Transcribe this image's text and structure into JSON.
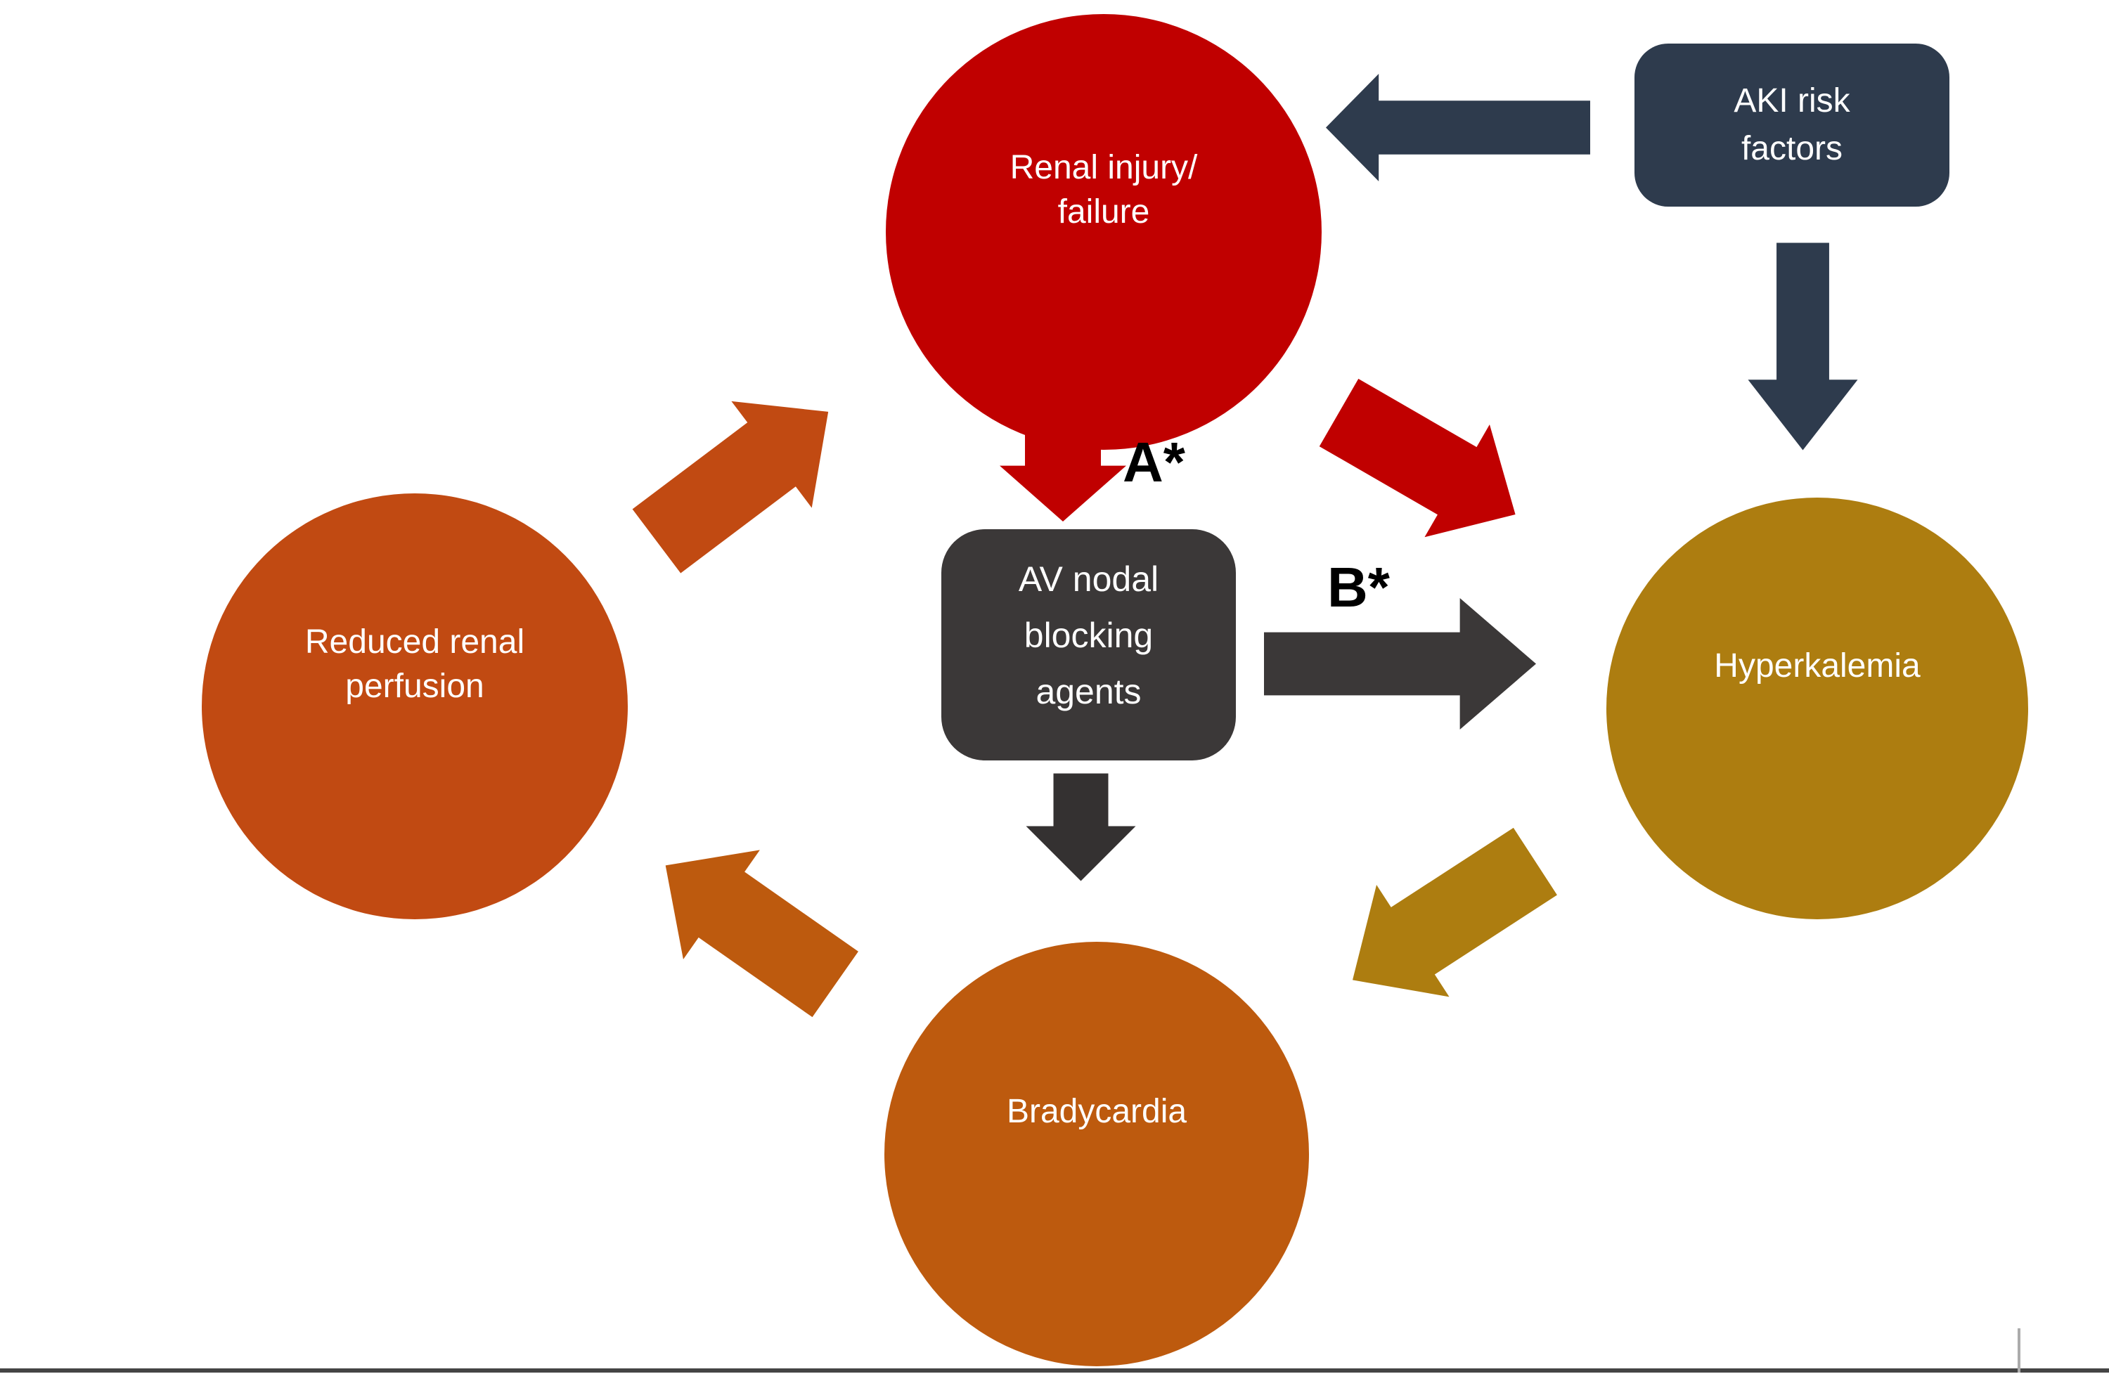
{
  "nodes": {
    "renal_injury": {
      "label": "Renal injury/\nfailure",
      "color": "#C00000"
    },
    "reduced_perfusion": {
      "label": "Reduced renal\nperfusion",
      "color": "#C14A12"
    },
    "bradycardia": {
      "label": "Bradycardia",
      "color": "#BD5A0E"
    },
    "hyperkalemia": {
      "label": "Hyperkalemia",
      "color": "#AD7D10"
    },
    "aki_risk": {
      "label": "AKI risk\nfactors",
      "color": "#2E3B4D"
    },
    "av_nodal": {
      "label": "AV nodal\nblocking\nagents",
      "color": "#3B3838"
    }
  },
  "annotations": {
    "a": "A*",
    "b": "B*"
  },
  "arrows": {
    "aki_to_renal": {
      "meaning": "AKI risk factors to Renal injury/failure",
      "color": "#2E3B4D"
    },
    "aki_to_hyper": {
      "meaning": "AKI risk factors to Hyperkalemia",
      "color": "#2E3B4D"
    },
    "renal_to_av": {
      "meaning": "Renal injury/failure to AV nodal blocking agents",
      "color": "#C00000"
    },
    "renal_to_hyper": {
      "meaning": "Renal injury/failure to Hyperkalemia",
      "color": "#C00000"
    },
    "av_to_hyper": {
      "meaning": "AV nodal blocking agents to Hyperkalemia",
      "color": "#3B3838"
    },
    "av_to_brady": {
      "meaning": "AV nodal blocking agents to Bradycardia",
      "color": "#343131"
    },
    "hyper_to_brady": {
      "meaning": "Hyperkalemia to Bradycardia",
      "color": "#AD7D10"
    },
    "brady_to_perfusion": {
      "meaning": "Bradycardia to Reduced renal perfusion",
      "color": "#BD5A0E"
    },
    "perfusion_to_renal": {
      "meaning": "Reduced renal perfusion to Renal injury/failure",
      "color": "#C14A12"
    }
  },
  "decor": {
    "bottom_line_color": "#454545",
    "marker_line_color": "#ABABAB",
    "text_color": "#FFFFFF",
    "annotation_color": "#000000"
  }
}
